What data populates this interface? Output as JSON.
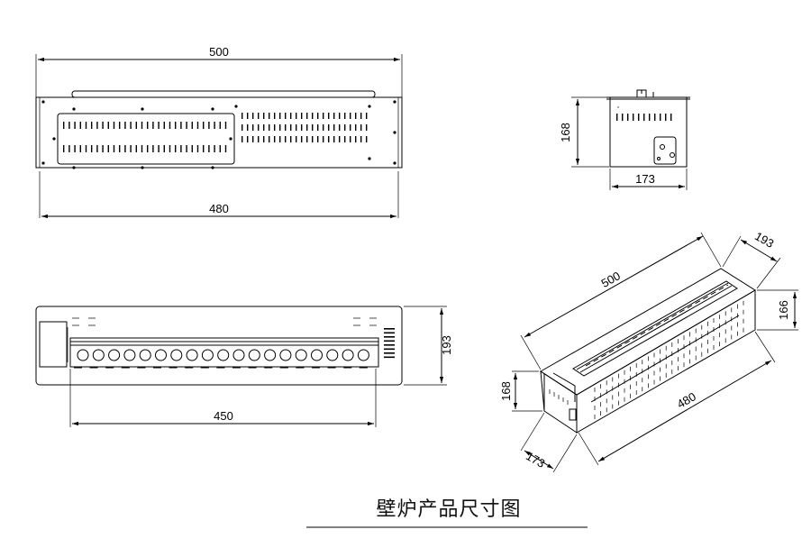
{
  "top_view": {
    "overall_width": "500",
    "body_width": "480"
  },
  "side_view": {
    "height": "168",
    "depth": "173"
  },
  "plan_view": {
    "depth": "193",
    "burner_width": "450"
  },
  "iso_view": {
    "length": "500",
    "depth_top": "193",
    "height_right": "166",
    "height_left": "168",
    "depth_bottom": "173",
    "length_bottom": "480"
  },
  "caption": "壁炉产品尺寸图"
}
